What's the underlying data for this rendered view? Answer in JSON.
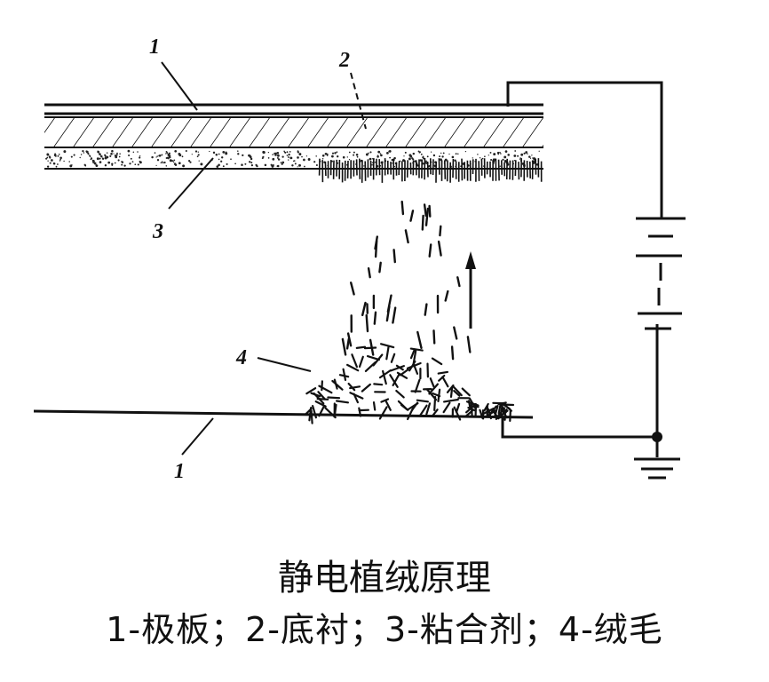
{
  "diagram": {
    "labels": {
      "electrode_top": "1",
      "substrate": "2",
      "adhesive": "3",
      "flock": "4",
      "electrode_bottom": "1"
    }
  },
  "caption": {
    "title": "静电植绒原理",
    "legend": "1-极板；2-底衬；3-粘合剂；4-绒毛"
  }
}
